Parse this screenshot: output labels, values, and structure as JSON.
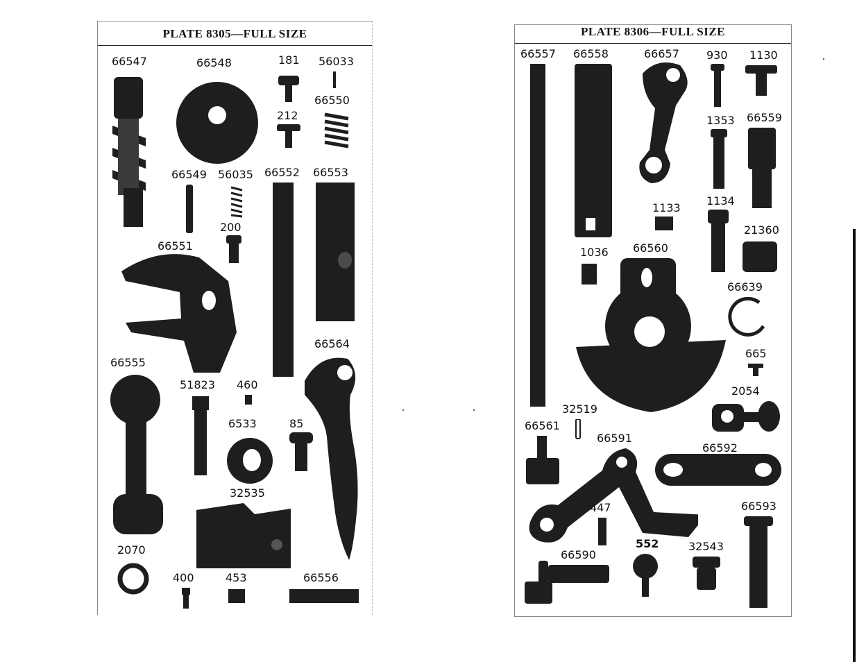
{
  "left_plate": {
    "title": "PLATE 8305—FULL SIZE",
    "labels": {
      "p66547": "66547",
      "p66548": "66548",
      "p181": "181",
      "p56033": "56033",
      "p66550": "66550",
      "p212": "212",
      "p66549": "66549",
      "p56035": "56035",
      "p66552": "66552",
      "p66553": "66553",
      "p200": "200",
      "p66551": "66551",
      "p66564": "66564",
      "p66555": "66555",
      "p51823": "51823",
      "p460": "460",
      "p6533": "6533",
      "p85": "85",
      "p32535": "32535",
      "p2070": "2070",
      "p400": "400",
      "p453": "453",
      "p66556": "66556"
    }
  },
  "right_plate": {
    "title": "PLATE 8306—FULL SIZE",
    "labels": {
      "p66557": "66557",
      "p66558": "66558",
      "p66657": "66657",
      "p930": "930",
      "p1130": "1130",
      "p1353": "1353",
      "p66559": "66559",
      "p1133": "1133",
      "p1134": "1134",
      "p21360": "21360",
      "p1036": "1036",
      "p66560": "66560",
      "p66639": "66639",
      "p665": "665",
      "p2054": "2054",
      "p32519": "32519",
      "p66561": "66561",
      "p66591": "66591",
      "p66592": "66592",
      "p447": "447",
      "p66593": "66593",
      "p552": "552",
      "p32543": "32543",
      "p66590": "66590"
    }
  }
}
